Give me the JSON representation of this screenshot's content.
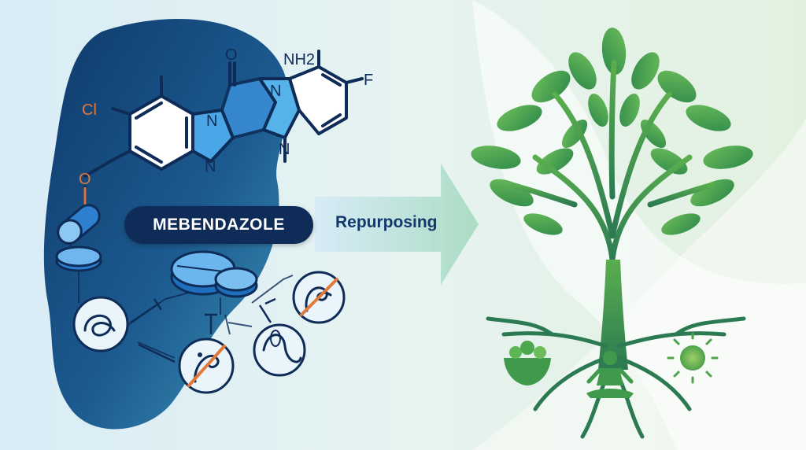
{
  "molecule": {
    "atoms": {
      "nh2": "NH2",
      "f": "F",
      "cl": "Cl",
      "o_carbonyl": "O",
      "o_ether": "O",
      "n_imidazole_top": "N",
      "n_imidazole_bottom": "N",
      "n_ring_top": "N",
      "n_ring_bottom": "N"
    }
  },
  "drug_label": "MEBENDAZOLE",
  "arrow_label": "Repurposing",
  "colors": {
    "navy": "#0e2c57",
    "blue_accent": "#3b8fd9",
    "tree_green": "#3f9a4c",
    "root_green": "#2f7a4a",
    "prohibit_orange": "#e07a3a"
  },
  "icons": [
    "capsule-icon",
    "tablet-icon",
    "worm-icon",
    "prohibited-worm-icon",
    "parasite-icon",
    "tree-icon",
    "salad-bowl-icon",
    "meditation-icon",
    "sun-icon"
  ]
}
